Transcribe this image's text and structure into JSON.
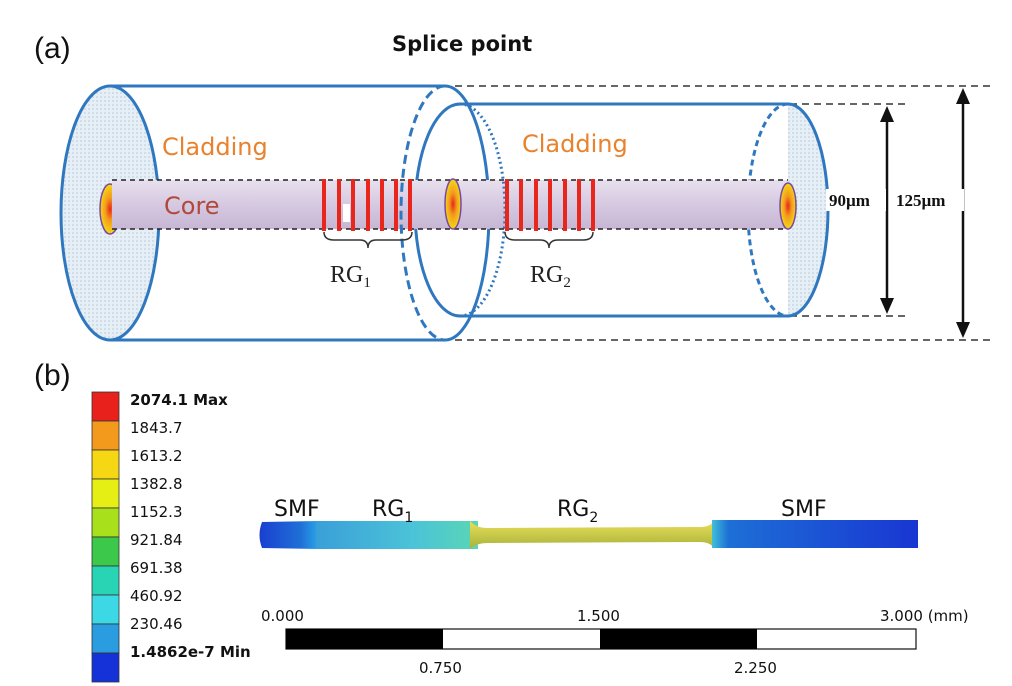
{
  "panel_a": {
    "label": "(a)",
    "title": "Splice point",
    "cladding_left": "Cladding",
    "cladding_right": "Cladding",
    "core": "Core",
    "grating1": {
      "base": "RG",
      "sub": "1"
    },
    "grating2": {
      "base": "RG",
      "sub": "2"
    },
    "dim_small": "90µm",
    "dim_large": "125µm",
    "colors": {
      "outline": "#2f78bf",
      "grating": "#e8261c",
      "cladding_text": "#e8822c",
      "core_text": "#b0483c",
      "core_fill": "#d9cde3"
    }
  },
  "panel_b": {
    "label": "(b)",
    "legend": [
      "2074.1 Max",
      "1843.7",
      "1613.2",
      "1382.8",
      "1152.3",
      "921.84",
      "691.38",
      "460.92",
      "230.46",
      "1.4862e-7 Min"
    ],
    "legend_colors": [
      "#e8211c",
      "#f39a1c",
      "#f5d714",
      "#e5ef14",
      "#a8e01c",
      "#3cc84a",
      "#28d4b4",
      "#3cd8e6",
      "#2a9ce0",
      "#1432d8"
    ],
    "model_labels": {
      "smf_left": "SMF",
      "rg1": {
        "base": "RG",
        "sub": "1"
      },
      "rg2": {
        "base": "RG",
        "sub": "2"
      },
      "smf_right": "SMF"
    },
    "scale": {
      "top_ticks": [
        "0.000",
        "1.500",
        "3.000 (mm)"
      ],
      "bottom_ticks": [
        "0.750",
        "2.250"
      ]
    }
  }
}
